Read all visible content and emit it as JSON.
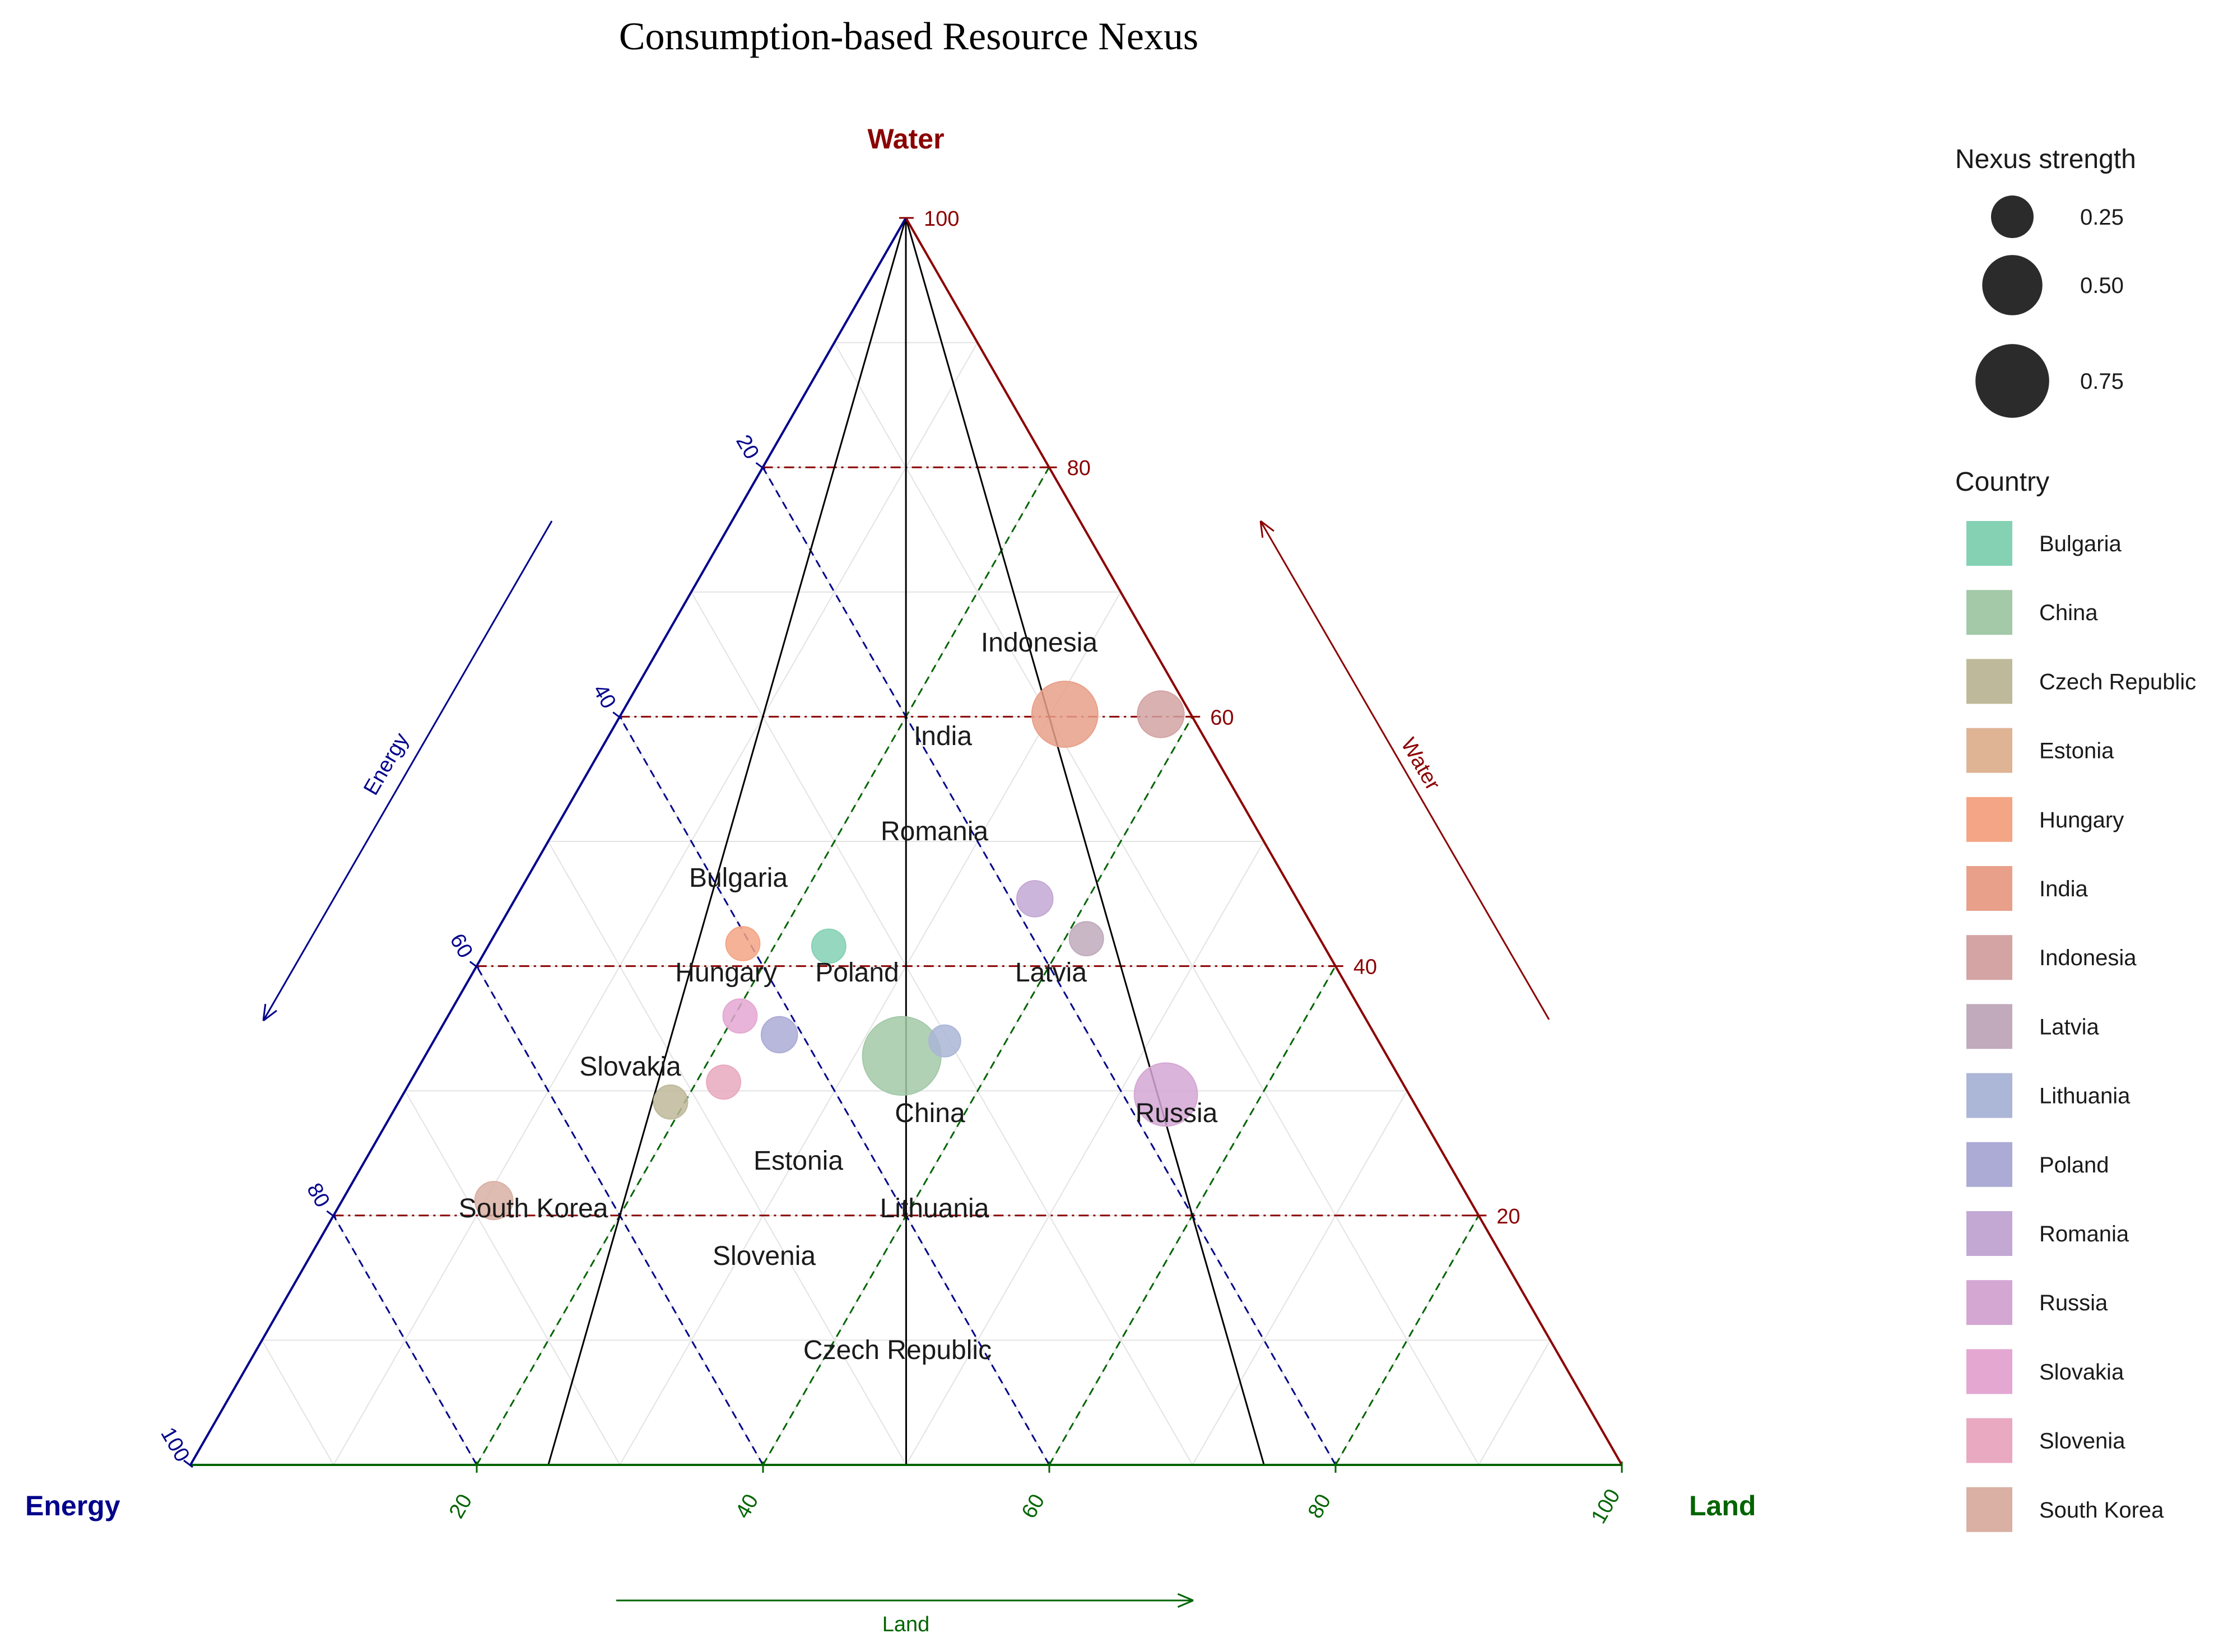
{
  "chart_data": {
    "type": "ternary-scatter",
    "title": "Consumption-based Resource Nexus",
    "axes": {
      "water": {
        "label": "Water",
        "arrow_label": "Water",
        "color": "#8B0000",
        "ticks": [
          20,
          40,
          60,
          80,
          100
        ]
      },
      "energy": {
        "label": "Energy",
        "arrow_label": "Energy",
        "color": "#00008B",
        "ticks": [
          20,
          40,
          60,
          80,
          100
        ]
      },
      "land": {
        "label": "Land",
        "arrow_label": "Land",
        "color": "#006400",
        "ticks": [
          20,
          40,
          60,
          80,
          100
        ]
      }
    },
    "grid": true,
    "points": [
      {
        "country": "India",
        "water": 60.2,
        "land": 31.0,
        "energy": 8.8,
        "nexus": 0.6,
        "color": "#E8A08A"
      },
      {
        "country": "Indonesia",
        "water": 60.2,
        "land": 37.7,
        "energy": 2.1,
        "nexus": 0.3,
        "color": "#D4A3A3"
      },
      {
        "country": "Romania",
        "water": 45.4,
        "land": 36.3,
        "energy": 18.3,
        "nexus": 0.18,
        "color": "#C3A8D4"
      },
      {
        "country": "Latvia",
        "water": 42.2,
        "land": 41.5,
        "energy": 16.3,
        "nexus": 0.16,
        "color": "#C0AABC"
      },
      {
        "country": "Bulgaria",
        "water": 41.6,
        "land": 23.8,
        "energy": 34.6,
        "nexus": 0.16,
        "color": "#84D1B4"
      },
      {
        "country": "Hungary",
        "water": 41.8,
        "land": 17.7,
        "energy": 40.5,
        "nexus": 0.16,
        "color": "#F4A585"
      },
      {
        "country": "Slovakia",
        "water": 36.0,
        "land": 20.4,
        "energy": 43.6,
        "nexus": 0.16,
        "color": "#E4A7D2"
      },
      {
        "country": "Poland",
        "water": 34.5,
        "land": 23.9,
        "energy": 41.6,
        "nexus": 0.18,
        "color": "#ACABD6"
      },
      {
        "country": "China",
        "water": 32.8,
        "land": 33.3,
        "energy": 33.9,
        "nexus": 0.85,
        "color": "#A3C9A8"
      },
      {
        "country": "Lithuania",
        "water": 34.0,
        "land": 35.7,
        "energy": 30.3,
        "nexus": 0.14,
        "color": "#ACB6D6"
      },
      {
        "country": "Slovenia",
        "water": 30.7,
        "land": 21.9,
        "energy": 47.4,
        "nexus": 0.16,
        "color": "#E9A9C0"
      },
      {
        "country": "Czech Republic",
        "water": 29.1,
        "land": 19.0,
        "energy": 51.9,
        "nexus": 0.16,
        "color": "#BEB99A"
      },
      {
        "country": "Russia",
        "water": 29.7,
        "land": 53.3,
        "energy": 17.0,
        "nexus": 0.55,
        "color": "#D4A7D3"
      },
      {
        "country": "South Korea",
        "water": 21.2,
        "land": 10.6,
        "energy": 68.2,
        "nexus": 0.2,
        "color": "#D9B0A3"
      }
    ],
    "labels": [
      {
        "text": "Indonesia"
      },
      {
        "text": "India"
      },
      {
        "text": "Romania"
      },
      {
        "text": "Bulgaria"
      },
      {
        "text": "Hungary"
      },
      {
        "text": "Poland"
      },
      {
        "text": "Latvia"
      },
      {
        "text": "Slovakia"
      },
      {
        "text": "China"
      },
      {
        "text": "Russia"
      },
      {
        "text": "Estonia"
      },
      {
        "text": "South Korea"
      },
      {
        "text": "Lithuania"
      },
      {
        "text": "Slovenia"
      },
      {
        "text": "Czech Republic"
      }
    ],
    "legend": {
      "placement": "right",
      "size_title": "Nexus strength",
      "size_entries": [
        {
          "label": "0.25",
          "value": 0.25
        },
        {
          "label": "0.50",
          "value": 0.5
        },
        {
          "label": "0.75",
          "value": 0.75
        }
      ],
      "color_title": "Country",
      "color_entries": [
        {
          "label": "Bulgaria",
          "color": "#84D1B4"
        },
        {
          "label": "China",
          "color": "#A3C9A8"
        },
        {
          "label": "Czech Republic",
          "color": "#BEB99A"
        },
        {
          "label": "Estonia",
          "color": "#DEB495"
        },
        {
          "label": "Hungary",
          "color": "#F4A585"
        },
        {
          "label": "India",
          "color": "#E8A08A"
        },
        {
          "label": "Indonesia",
          "color": "#D4A3A3"
        },
        {
          "label": "Latvia",
          "color": "#C0AABC"
        },
        {
          "label": "Lithuania",
          "color": "#ACB6D6"
        },
        {
          "label": "Poland",
          "color": "#ACABD6"
        },
        {
          "label": "Romania",
          "color": "#C3A8D4"
        },
        {
          "label": "Russia",
          "color": "#D4A7D3"
        },
        {
          "label": "Slovakia",
          "color": "#E4A7D2"
        },
        {
          "label": "Slovenia",
          "color": "#E9A9C0"
        },
        {
          "label": "South Korea",
          "color": "#D9B0A3"
        }
      ]
    }
  }
}
